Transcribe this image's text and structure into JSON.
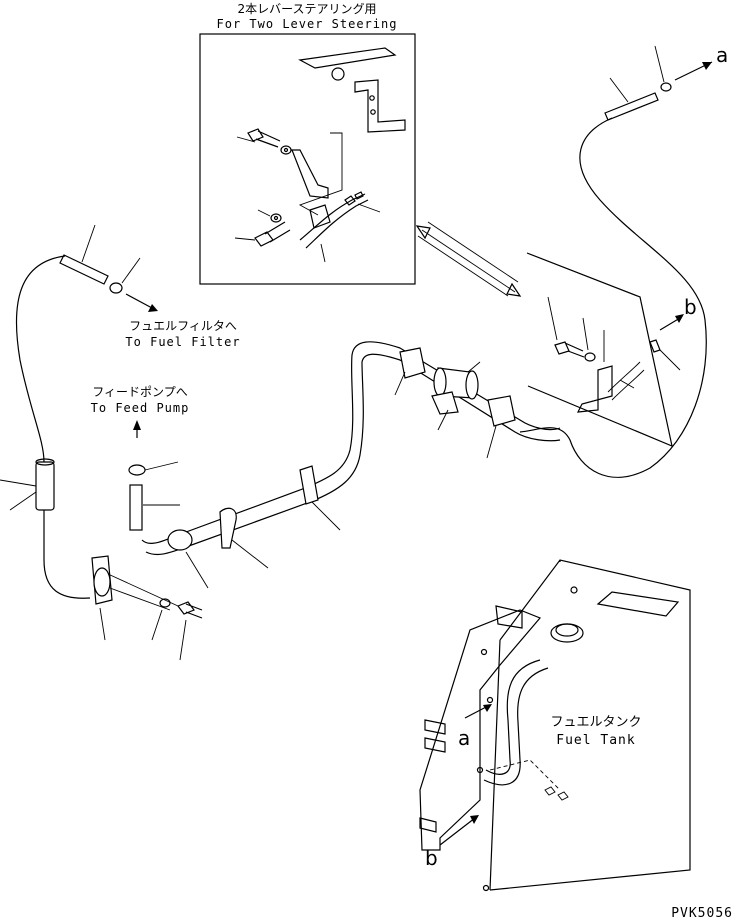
{
  "inset": {
    "title_jp": "2本レバーステアリング用",
    "title_en": "For Two Lever Steering"
  },
  "labels": {
    "fuel_filter_jp": "フュエルフィルタへ",
    "fuel_filter_en": "To Fuel Filter",
    "feed_pump_jp": "フィードポンプへ",
    "feed_pump_en": "To Feed Pump",
    "fuel_tank_jp": "フュエルタンク",
    "fuel_tank_en": "Fuel Tank",
    "ref_a_top": "a",
    "ref_b_top": "b",
    "ref_a_tank": "a",
    "ref_b_tank": "b"
  },
  "footer": {
    "code": "PVK5056"
  }
}
